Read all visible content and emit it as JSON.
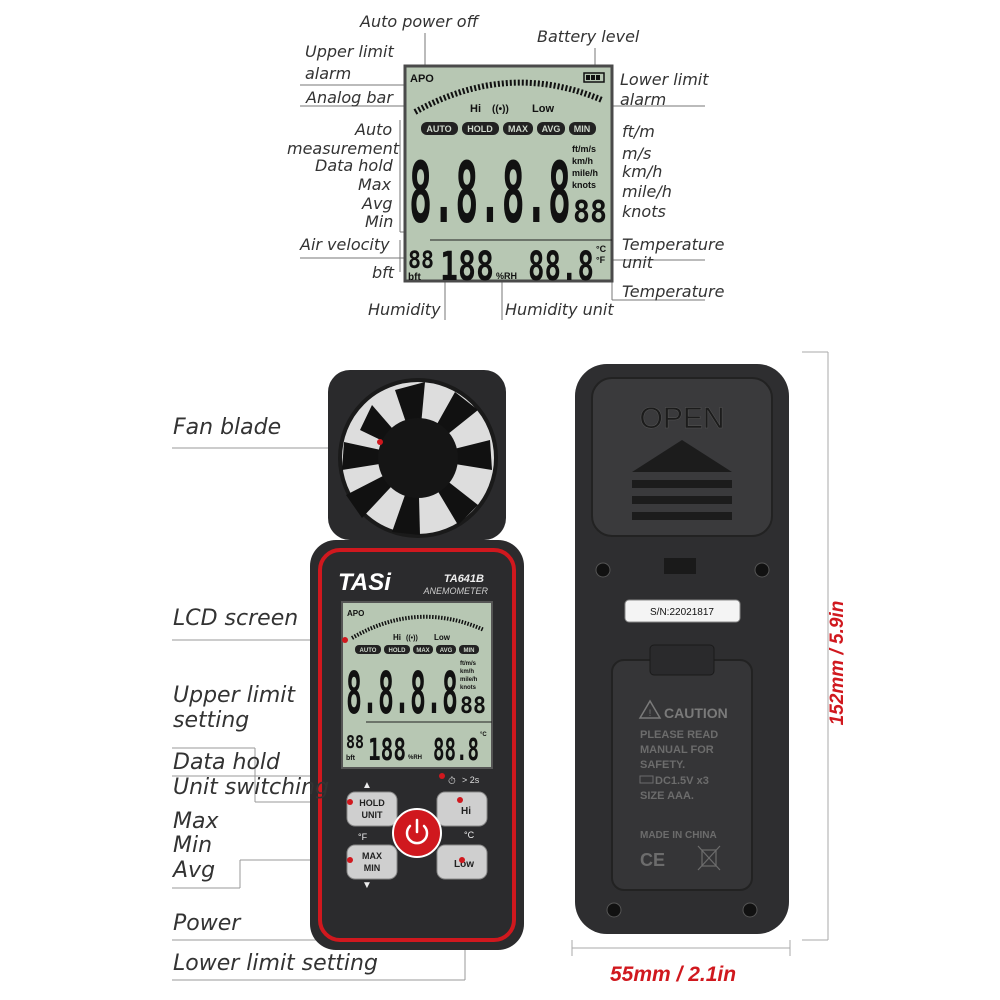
{
  "lcd_callouts": {
    "auto_power_off": "Auto power off",
    "battery_level": "Battery level",
    "upper_limit_alarm_1": "Upper limit",
    "upper_limit_alarm_2": "alarm",
    "lower_limit_alarm_1": "Lower limit",
    "lower_limit_alarm_2": "alarm",
    "analog_bar": "Analog bar",
    "auto_measurement_1": "Auto",
    "auto_measurement_2": "measurement",
    "data_hold": "Data hold",
    "max": "Max",
    "avg": "Avg",
    "min": "Min",
    "air_velocity": "Air velocity",
    "bft": "bft",
    "humidity": "Humidity",
    "humidity_unit": "Humidity unit",
    "unit_ftm": "ft/m",
    "unit_ms": "m/s",
    "unit_kmh": "km/h",
    "unit_mileh": "mile/h",
    "unit_knots": "knots",
    "temperature_unit_1": "Temperature",
    "temperature_unit_2": "unit",
    "temperature": "Temperature"
  },
  "lcd": {
    "apo": "APO",
    "hi": "Hi",
    "wave": "((•))",
    "low": "Low",
    "badges": [
      "AUTO",
      "HOLD",
      "MAX",
      "AVG",
      "MIN"
    ],
    "main_digits": "8.8.8.8",
    "small_digits": "88",
    "units": [
      "ft/m/s",
      "km/h",
      "mile/h",
      "knots"
    ],
    "bft_digits": "88",
    "bft_label": "bft",
    "humidity_digits": "188",
    "humidity_unit": "%RH",
    "temp_digits": "88.8",
    "temp_c": "°C",
    "temp_f": "°F"
  },
  "device_callouts": {
    "fan_blade": "Fan blade",
    "lcd_screen": "LCD screen",
    "upper_limit_setting_1": "Upper limit",
    "upper_limit_setting_2": "setting",
    "data_hold": "Data hold",
    "unit_switching": "Unit switching",
    "max": "Max",
    "min": "Min",
    "avg": "Avg",
    "power": "Power",
    "lower_limit_setting": "Lower limit setting"
  },
  "device_front": {
    "brand": "TASi",
    "model": "TA641B",
    "type": "ANEMOMETER",
    "timer_hint": "> 2s",
    "btn_hold_1": "HOLD",
    "btn_hold_2": "UNIT",
    "btn_max_1": "MAX",
    "btn_max_2": "MIN",
    "btn_hi": "Hi",
    "btn_low": "Low",
    "deg_f": "°F",
    "deg_c": "°C"
  },
  "device_back": {
    "open": "OPEN",
    "serial": "S/N:22021817",
    "caution": "CAUTION",
    "caution_lines": [
      "PLEASE READ",
      "MANUAL FOR",
      "SAFETY.",
      "DC1.5V x3",
      "SIZE AAA."
    ],
    "made_in": "MADE IN CHINA",
    "ce": "CE"
  },
  "dimensions": {
    "height": "152mm / 5.9in",
    "width": "55mm / 2.1in"
  },
  "colors": {
    "accent_red": "#d0181e",
    "lcd_green": "#b7c7b3",
    "body_dark": "#2b2b2d"
  }
}
